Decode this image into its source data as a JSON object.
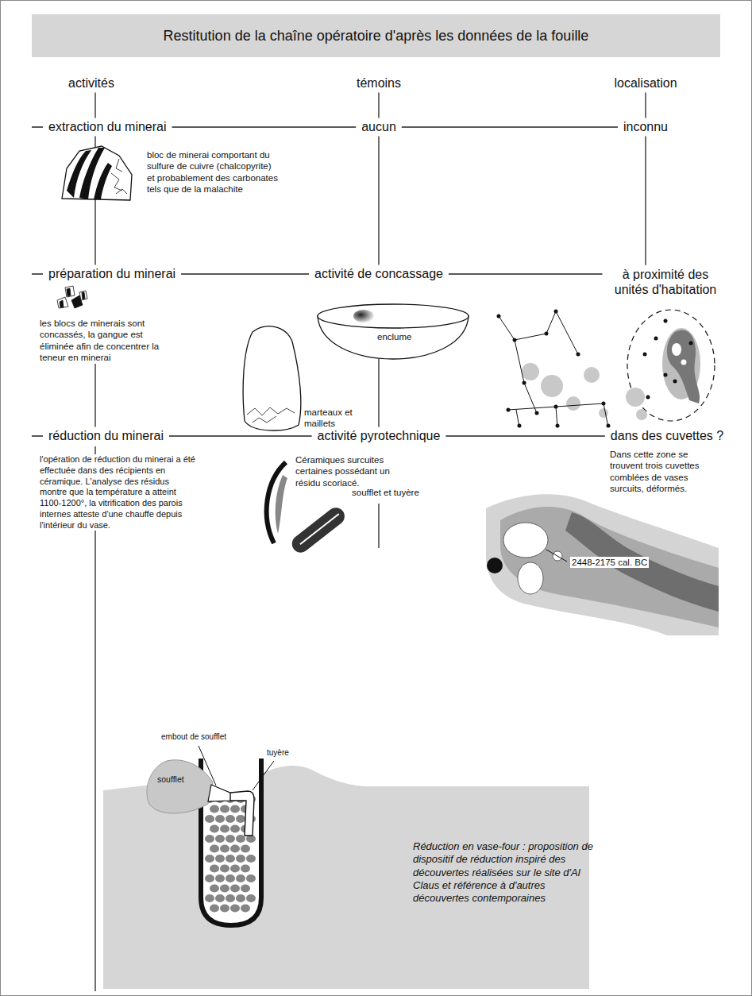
{
  "diagram": {
    "title": "Restitution de la chaîne opératoire d'après les données de la fouille",
    "nodes": [
      {
        "text": [
          "activités"
        ]
      },
      {
        "text": [
          "témoins"
        ]
      },
      {
        "text": [
          "localisation"
        ]
      },
      {
        "text": [
          "extraction du minerai"
        ]
      },
      {
        "text": [
          "aucun"
        ]
      },
      {
        "text": [
          "inconnu"
        ]
      },
      {
        "text": [
          "préparation du minerai"
        ]
      },
      {
        "text": [
          "activité de concassage"
        ]
      },
      {
        "text": [
          "à proximité des unités d'habitation"
        ]
      },
      {
        "text": [
          "réduction du minerai"
        ]
      },
      {
        "text": [
          "activité pyrotechnique"
        ]
      },
      {
        "text": [
          "dans des cuvettes ?"
        ]
      }
    ],
    "edges": [
      {
        "from": 0,
        "to": 3,
        "arrow": "none"
      },
      {
        "from": 1,
        "to": 4,
        "arrow": "none"
      },
      {
        "from": 2,
        "to": 5,
        "arrow": "none"
      },
      {
        "from": 3,
        "to": 4,
        "arrow": "none"
      },
      {
        "from": 4,
        "to": 5,
        "arrow": "none"
      },
      {
        "from": 3,
        "to": 6,
        "arrow": "none"
      },
      {
        "from": 4,
        "to": 7,
        "arrow": "none"
      },
      {
        "from": 5,
        "to": 8,
        "arrow": "none"
      },
      {
        "from": 6,
        "to": 7,
        "arrow": "none"
      },
      {
        "from": 7,
        "to": 8,
        "arrow": "none"
      },
      {
        "from": 6,
        "to": 9,
        "arrow": "none"
      },
      {
        "from": 7,
        "to": 10,
        "arrow": "none"
      },
      {
        "from": 9,
        "to": 10,
        "arrow": "none"
      },
      {
        "from": 10,
        "to": 11,
        "arrow": "none"
      }
    ],
    "labels": [
      "bloc de minerai comportant du sulfure de cuivre (chalcopyrite) et probablement des carbonates tels que de la malachite",
      "les blocs de minerais sont concassés, la gangue est éliminée afin de concentrer la teneur en minerai",
      "enclume",
      "marteaux et maillets",
      "l'opération de réduction du minerai a été effectuée dans des récipients en céramique. L'analyse des résidus montre que la température a atteint 1100-1200°, la vitrification des parois internes atteste d'une chauffe depuis l'intérieur du vase.",
      "Céramiques surcuites certaines possédant un résidu scoriacé.",
      "soufflet et tuyère",
      "Dans cette zone se trouvent trois cuvettes comblées de vases surcuits, déformés.",
      "2448-2175 cal. BC",
      "embout de soufflet",
      "soufflet",
      "tuyère",
      "Réduction en vase-four : proposition de dispositif de réduction inspiré des découvertes réalisées sur le site d'Al Claus et référence à d'autres découvertes contemporaines"
    ]
  }
}
